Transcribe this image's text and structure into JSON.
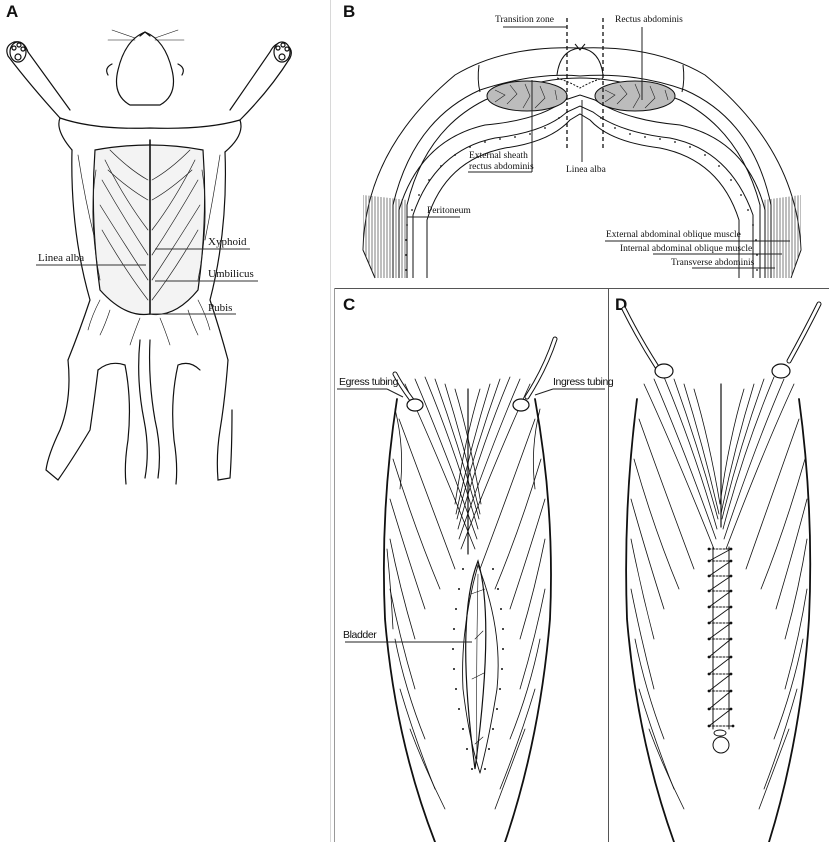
{
  "figure": {
    "panels": [
      {
        "letter": "A",
        "description": "Cat in dorsal recumbency showing ventral abdominal musculature",
        "labels": {
          "xyphoid": "Xyphoid",
          "linea_alba": "Linea alba",
          "umbilicus": "Umbilicus",
          "pubis": "Pubis"
        }
      },
      {
        "letter": "B",
        "description": "Cross-section of the ventral abdominal wall",
        "labels": {
          "transition_zone": "Transition zone",
          "rectus_abdominis": "Rectus abdominis",
          "external_sheath_line1": "External sheath",
          "external_sheath_line2": "rectus abdominis",
          "linea_alba": "Linea alba",
          "peritoneum": "Peritoneum",
          "external_oblique": "External abdominal oblique muscle",
          "internal_oblique": "Internal abdominal oblique muscle",
          "transverse_abdominis": "Transverse abdominis"
        }
      },
      {
        "letter": "C",
        "description": "Abdominal incision exposing bladder with tubing in place",
        "labels": {
          "egress_tubing": "Egress tubing",
          "ingress_tubing": "Ingress tubing",
          "bladder": "Bladder"
        }
      },
      {
        "letter": "D",
        "description": "Closed incision with continuous suture pattern",
        "labels": {}
      }
    ],
    "colors": {
      "ink": "#111111",
      "muscle_fill": "#b9b9b9",
      "border": "#555555",
      "background": "#ffffff"
    }
  }
}
